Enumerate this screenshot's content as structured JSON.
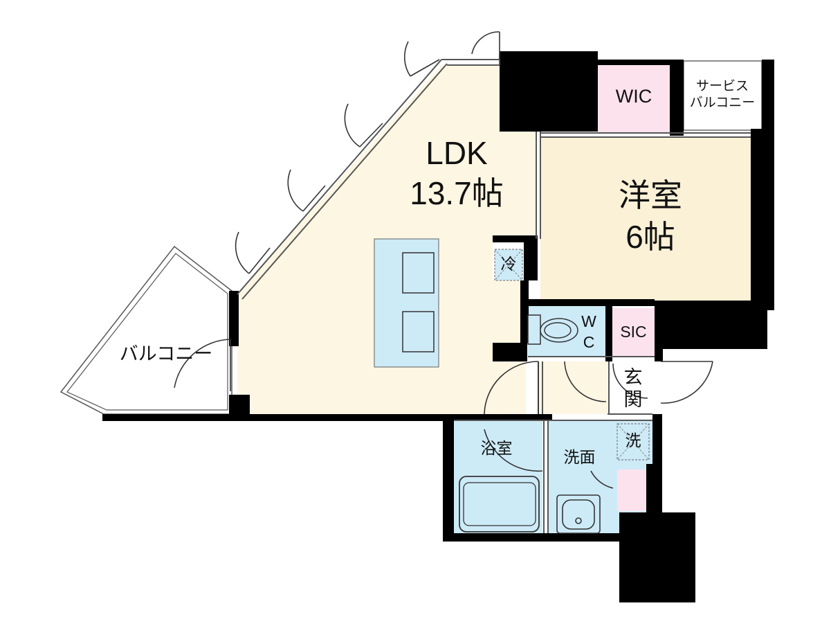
{
  "rooms": {
    "ldk": {
      "name": "LDK",
      "size": "13.7帖"
    },
    "western": {
      "name": "洋室",
      "size": "6帖"
    },
    "wic": "WIC",
    "service_balcony_line1": "サービス",
    "service_balcony_line2": "バルコニー",
    "balcony": "バルコニー",
    "wc_line1": "W",
    "wc_line2": "C",
    "sic": "SIC",
    "entrance_line1": "玄",
    "entrance_line2": "関",
    "bath": "浴室",
    "washroom": "洗面",
    "fridge": "冷",
    "washer": "洗"
  },
  "colors": {
    "wall": "#000000",
    "ldk_floor": "#fdf6e3",
    "room_floor": "#fbf1d6",
    "wet_area": "#cdeaf7",
    "closet": "#fbe2ec",
    "island": "#cdeaf7"
  }
}
